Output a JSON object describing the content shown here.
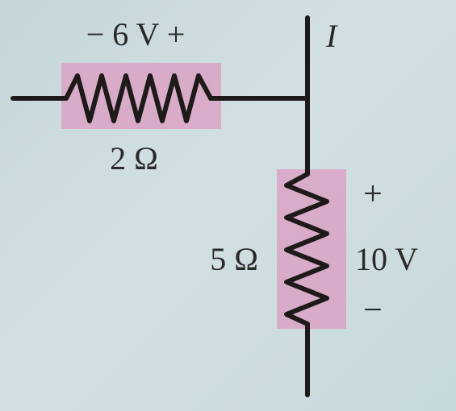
{
  "labels": {
    "top_resistor_voltage": "− 6 V +",
    "top_resistor_value": "2 Ω",
    "current": "I",
    "right_resistor_value": "5 Ω",
    "right_resistor_voltage": "10 V",
    "plus_sign": "+",
    "minus_sign": "−"
  },
  "colors": {
    "wire": "#1f1a1a",
    "resistor_highlight": "#d9a6c6",
    "background": "#c9d8dc"
  }
}
